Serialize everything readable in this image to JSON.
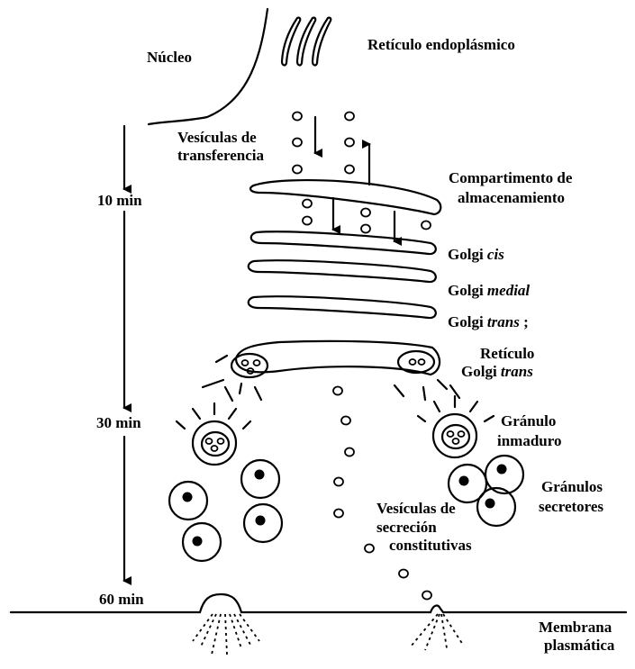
{
  "labels": {
    "nucleo": "Núcleo",
    "reticulo_endoplasmico": "Retículo endoplásmico",
    "vesiculas_transferencia_1": "Vesículas de",
    "vesiculas_transferencia_2": "transferencia",
    "compartimento_1": "Compartimento de",
    "compartimento_2": "almacenamiento",
    "golgi_word": "Golgi",
    "cis": "cis",
    "medial": "medial",
    "trans": "trans",
    "trans_mark": ";",
    "reticulo": "Retículo",
    "golgi_trans_word": "Golgi",
    "golgi_trans_it": "trans",
    "granulo": "Gránulo",
    "inmaduro": "inmaduro",
    "granulos": "Gránulos",
    "secretores": "secretores",
    "vesiculas_sec_1": "Vesículas de",
    "vesiculas_sec_2": "secreción",
    "vesiculas_sec_3": "constitutivas",
    "membrana": "Membrana",
    "plasmatica": "plasmática"
  },
  "timeline": {
    "t10": "10 min",
    "t30": "30 min",
    "t60": "60 min"
  },
  "colors": {
    "ink": "#000000",
    "paper": "#ffffff"
  }
}
